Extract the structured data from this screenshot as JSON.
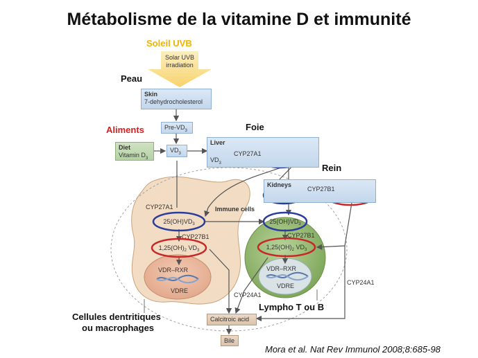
{
  "title": "Métabolisme de la vitamine D et immunité",
  "labels": {
    "soleil": "Soleil UVB",
    "peau": "Peau",
    "aliments": "Aliments",
    "foie": "Foie",
    "rein": "Rein",
    "lympho": "Lympho T ou B",
    "cellules_line1": "Cellules dentritiques",
    "cellules_line2": "ou macrophages"
  },
  "diagram": {
    "solar_line1": "Solar UVB",
    "solar_line2": "irradiation",
    "skin_title": "Skin",
    "skin_sub": "7-dehydrocholesterol",
    "pre_vd3": "Pre-VD",
    "diet_title": "Diet",
    "diet_sub": "Vitamin D",
    "vd3": "VD",
    "liver_title": "Liver",
    "liver_vd3": "VD",
    "cyp27a1": "CYP27A1",
    "oh_vd3_25": "25(OH)VD",
    "kidneys_title": "Kidneys",
    "cyp27b1": "CYP27B1",
    "oh_vd3_125": "1,25(OH)",
    "immune_cells": "Immune cells",
    "vdr_rxr": "VDR–RXR",
    "vdre": "VDRE",
    "cyp24a1": "CYP24A1",
    "calcitroic": "Calcitroic acid",
    "bile": "Bile"
  },
  "citation": "Mora et al. Nat Rev Immunol 2008;8:685-98",
  "colors": {
    "blue_ring": "#2a3c9c",
    "red_ring": "#c62828",
    "sun_label": "#f0b400",
    "food_label": "#d21f1f",
    "macrophage_fill": "#f2dcc3",
    "lymphocyte_fill": "#8fb56a",
    "box_fill": "#d2e2f2"
  }
}
